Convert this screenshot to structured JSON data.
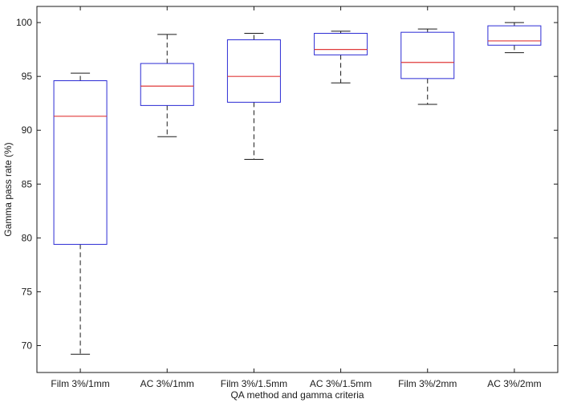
{
  "chart_data": {
    "type": "box",
    "xlabel": "QA method and gamma criteria",
    "ylabel": "Gamma pass rate (%)",
    "ylim": [
      67.5,
      101.5
    ],
    "yticks": [
      70,
      75,
      80,
      85,
      90,
      95,
      100
    ],
    "ytick_labels": [
      "70",
      "75",
      "80",
      "85",
      "90",
      "95",
      "100"
    ],
    "grid": false,
    "categories": [
      "Film 3%/1mm",
      "AC 3%/1mm",
      "Film 3%/1.5mm",
      "AC 3%/1.5mm",
      "Film 3%/2mm",
      "AC 3%/2mm"
    ],
    "boxes": [
      {
        "whisker_low": 69.2,
        "q1": 79.4,
        "median": 91.3,
        "q3": 94.6,
        "whisker_high": 95.3
      },
      {
        "whisker_low": 89.4,
        "q1": 92.3,
        "median": 94.1,
        "q3": 96.2,
        "whisker_high": 98.9
      },
      {
        "whisker_low": 87.3,
        "q1": 92.6,
        "median": 95.0,
        "q3": 98.4,
        "whisker_high": 99.0
      },
      {
        "whisker_low": 94.4,
        "q1": 97.0,
        "median": 97.5,
        "q3": 99.0,
        "whisker_high": 99.2
      },
      {
        "whisker_low": 92.4,
        "q1": 94.8,
        "median": 96.3,
        "q3": 99.1,
        "whisker_high": 99.4
      },
      {
        "whisker_low": 97.2,
        "q1": 97.9,
        "median": 98.3,
        "q3": 99.7,
        "whisker_high": 100.0
      }
    ],
    "colors": {
      "box": "#2b2bd4",
      "median": "#e03a3a",
      "whisker": "#1a1a1a",
      "axes": "#1a1a1a"
    }
  }
}
